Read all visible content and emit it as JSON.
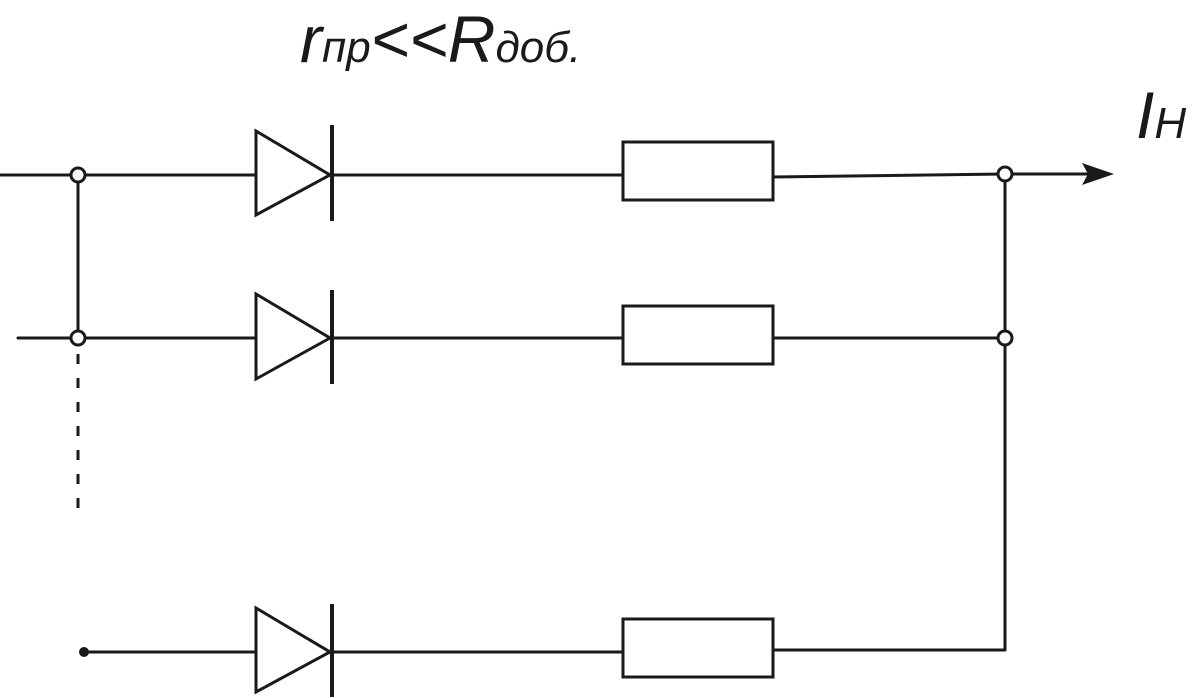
{
  "formula": {
    "r": "r",
    "r_sub": "пр",
    "relation": "<<",
    "R": "R",
    "R_sub": "доб."
  },
  "current_label": {
    "symbol": "I",
    "sub": "Н"
  }
}
